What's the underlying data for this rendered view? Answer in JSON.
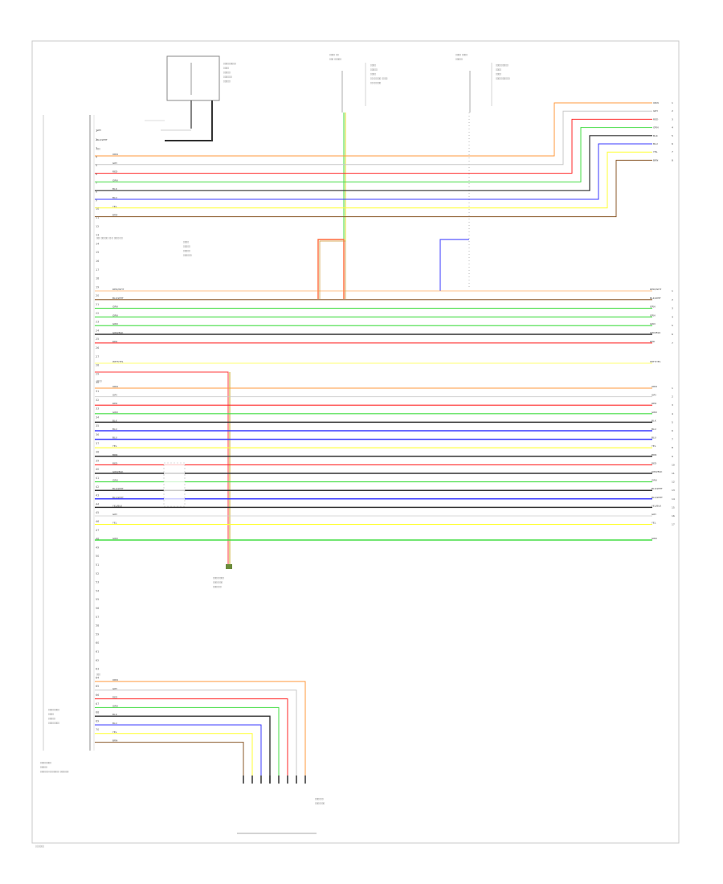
{
  "diagram": {
    "page_code": "▯▯▯▯▯▯",
    "wire_colors": {
      "ORN": "#ff9a3c",
      "GRY": "#c8c8c8",
      "RED": "#ff2a2a",
      "GRN": "#44dd44",
      "BLK": "#333333",
      "BLU": "#3a3aff",
      "YEL": "#ffff33",
      "BRN": "#8b5a2b",
      "WHT": "#e8e8e8",
      "VIO": "#9933cc"
    },
    "top_components": [
      {
        "id": "ign-switch",
        "lines": [
          "▯▯▯▯▯▯▯▯▯",
          "▯▯▯▯",
          "▯▯▯▯▯",
          "▯▯▯▯▯▯",
          "▯▯▯▯▯"
        ]
      },
      {
        "id": "fuse-a",
        "title": [
          "▯▯▯▯ ▯▯",
          "▯▯▯ ▯▯▯▯▯"
        ],
        "lines": [
          "▯▯▯▯",
          "▯▯▯▯▯",
          "▯▯▯▯",
          "▯▯ ▯▯▯▯▯ ▯▯▯▯",
          "▯▯ ▯▯▯▯▯"
        ]
      },
      {
        "id": "fuse-b",
        "title": [
          "▯▯▯▯ ▯▯▯▯",
          "▯▯▯▯▯"
        ],
        "lines": [
          "▯▯▯▯▯▯▯▯▯",
          "▯▯▯▯",
          "▯▯▯▯",
          "▯▯▯▯▯▯▯▯▯▯"
        ]
      }
    ],
    "side_labels": {
      "module": [
        "▯▯▯▯▯▯▯▯",
        "▯▯▯▯▯",
        "▯▯▯▯▯▯ ▯▯▯▯▯▯▯ ▯▯▯▯▯▯"
      ],
      "sensor": [
        "▯▯▯▯▯▯▯▯",
        "▯▯▯▯",
        "▯▯▯▯▯",
        "▯▯▯▯▯▯▯▯"
      ],
      "center": [
        "▯▯▯▯",
        "▯▯▯▯▯",
        "▯▯▯▯▯",
        "▯▯▯▯▯▯"
      ],
      "ground_block": [
        "▯▯▯▯▯▯▯▯",
        "▯▯▯▯▯▯▯",
        "▯▯▯▯▯▯"
      ],
      "lower_block": [
        "▯▯▯▯▯▯",
        "▯▯▯▯▯▯▯"
      ]
    },
    "connectors": {
      "c1_label": "▯▯▯",
      "c2_label": "▯▯▯ ▯▯▯▯▯ ▯▯ ▯ ▯▯▯▯ ▯▯",
      "c3_label": "▯▯▯▯"
    },
    "wire_codes": {
      "orn": "ORN",
      "gry": "GRY",
      "red": "RED",
      "grn": "GRN",
      "blk": "BLK",
      "blu": "BLU",
      "yel": "YEL",
      "brn": "BRN",
      "red_wht": "RED/WHT",
      "wht_yel": "WHT/YEL",
      "blk_wht": "BLK/WHT",
      "grn_blk": "GRN/BLK",
      "blu_wht": "BLU/WHT",
      "yel_blk": "YEL/BLK"
    }
  }
}
